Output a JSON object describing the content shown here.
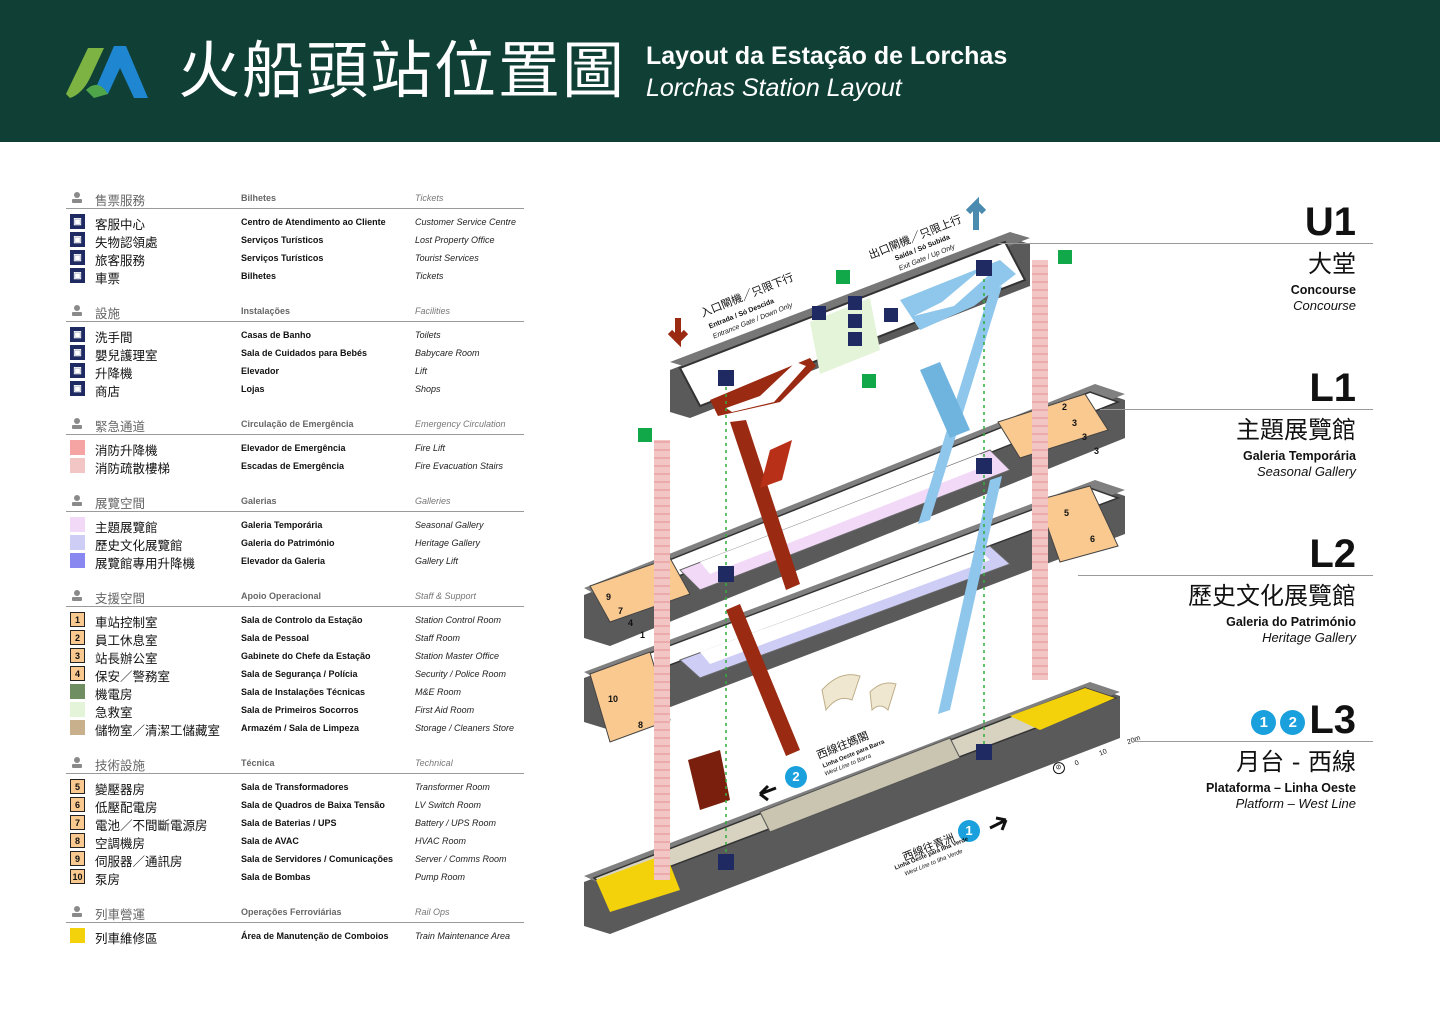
{
  "header": {
    "title_zh": "火船頭站位置圖",
    "title_pt": "Layout da Estação de Lorchas",
    "title_en": "Lorchas Station Layout"
  },
  "colors": {
    "header_bg": "#0f3f35",
    "logo_green": "#7cb342",
    "logo_blue": "#1f86d1",
    "icon_navy": "#1f2a63",
    "fire_lift": "#f5a3a3",
    "fire_stairs": "#f3c6c6",
    "seasonal_gallery": "#f2d9f7",
    "heritage_gallery": "#cdcdf6",
    "gallery_lift": "#8888f0",
    "staff_room": "#f9c98f",
    "me_room": "#6f8f62",
    "first_aid": "#e3f4d8",
    "storage": "#c9b08d",
    "train_maintenance": "#f4d20b",
    "entrance_red": "#9a2a12",
    "exit_blue": "#8fc7ec",
    "line_badge": "#1aa0dc"
  },
  "legend": {
    "sections": [
      {
        "icon": "ticket-service-icon",
        "zh": "售票服務",
        "pt": "Bilhetes",
        "en": "Tickets",
        "items": [
          {
            "icon": "customer-service-icon",
            "type": "navy",
            "zh": "客服中心",
            "pt": "Centro de Atendimento ao Cliente",
            "en": "Customer Service Centre"
          },
          {
            "icon": "lost-property-icon",
            "type": "navy",
            "zh": "失物認領處",
            "pt": "Serviços Turísticos",
            "en": "Lost Property Office"
          },
          {
            "icon": "info-icon",
            "type": "navy",
            "zh": "旅客服務",
            "pt": "Serviços Turísticos",
            "en": "Tourist Services"
          },
          {
            "icon": "ticket-icon",
            "type": "navy",
            "zh": "車票",
            "pt": "Bilhetes",
            "en": "Tickets"
          }
        ]
      },
      {
        "icon": "facilities-icon",
        "zh": "設施",
        "pt": "Instalações",
        "en": "Facilities",
        "items": [
          {
            "icon": "toilet-icon",
            "type": "navy",
            "zh": "洗手間",
            "pt": "Casas de Banho",
            "en": "Toilets"
          },
          {
            "icon": "babycare-icon",
            "type": "navy",
            "zh": "嬰兒護理室",
            "pt": "Sala de Cuidados para Bebés",
            "en": "Babycare Room"
          },
          {
            "icon": "lift-icon",
            "type": "navy",
            "zh": "升降機",
            "pt": "Elevador",
            "en": "Lift"
          },
          {
            "icon": "shop-icon",
            "type": "navy",
            "zh": "商店",
            "pt": "Lojas",
            "en": "Shops"
          }
        ]
      },
      {
        "icon": "emergency-icon",
        "zh": "緊急通道",
        "pt": "Circulação de Emergência",
        "en": "Emergency Circulation",
        "items": [
          {
            "icon": "fire-lift-swatch",
            "type": "swatch",
            "color": "#f5a3a3",
            "zh": "消防升降機",
            "pt": "Elevador de Emergência",
            "en": "Fire Lift"
          },
          {
            "icon": "fire-stairs-swatch",
            "type": "swatch",
            "color": "#f3c6c6",
            "zh": "消防疏散樓梯",
            "pt": "Escadas de Emergência",
            "en": "Fire Evacuation Stairs"
          }
        ]
      },
      {
        "icon": "gallery-icon",
        "zh": "展覽空間",
        "pt": "Galerias",
        "en": "Galleries",
        "items": [
          {
            "icon": "seasonal-gallery-swatch",
            "type": "swatch",
            "color": "#f2d9f7",
            "zh": "主題展覽館",
            "pt": "Galeria Temporária",
            "en": "Seasonal Gallery"
          },
          {
            "icon": "heritage-gallery-swatch",
            "type": "swatch",
            "color": "#cdcdf6",
            "zh": "歷史文化展覽館",
            "pt": "Galeria do Património",
            "en": "Heritage Gallery"
          },
          {
            "icon": "gallery-lift-swatch",
            "type": "swatch",
            "color": "#8888f0",
            "zh": "展覽館專用升降機",
            "pt": "Elevador da Galeria",
            "en": "Gallery Lift"
          }
        ]
      },
      {
        "icon": "support-icon",
        "zh": "支援空間",
        "pt": "Apoio Operacional",
        "en": "Staff & Support",
        "items": [
          {
            "icon": "room-number",
            "type": "num",
            "num": "1",
            "zh": "車站控制室",
            "pt": "Sala de Controlo da Estação",
            "en": "Station Control Room"
          },
          {
            "icon": "room-number",
            "type": "num",
            "num": "2",
            "zh": "員工休息室",
            "pt": "Sala de Pessoal",
            "en": "Staff Room"
          },
          {
            "icon": "room-number",
            "type": "num",
            "num": "3",
            "zh": "站長辦公室",
            "pt": "Gabinete do Chefe da Estação",
            "en": "Station Master Office"
          },
          {
            "icon": "room-number",
            "type": "num",
            "num": "4",
            "zh": "保安／警務室",
            "pt": "Sala de Segurança / Polícia",
            "en": "Security / Police Room"
          },
          {
            "icon": "me-room-swatch",
            "type": "swatch",
            "color": "#6f8f62",
            "zh": "機電房",
            "pt": "Sala de Instalações Técnicas",
            "en": "M&E Room"
          },
          {
            "icon": "first-aid-swatch",
            "type": "swatch",
            "color": "#e3f4d8",
            "zh": "急救室",
            "pt": "Sala de Primeiros Socorros",
            "en": "First Aid Room"
          },
          {
            "icon": "storage-swatch",
            "type": "swatch",
            "color": "#c9b08d",
            "zh": "儲物室／清潔工儲藏室",
            "pt": "Armazém / Sala de Limpeza",
            "en": "Storage / Cleaners Store"
          }
        ]
      },
      {
        "icon": "technical-icon",
        "zh": "技術設施",
        "pt": "Técnica",
        "en": "Technical",
        "items": [
          {
            "icon": "room-number",
            "type": "num",
            "num": "5",
            "zh": "變壓器房",
            "pt": "Sala de Transformadores",
            "en": "Transformer Room"
          },
          {
            "icon": "room-number",
            "type": "num",
            "num": "6",
            "zh": "低壓配電房",
            "pt": "Sala de Quadros de Baixa Tensão",
            "en": "LV Switch Room"
          },
          {
            "icon": "room-number",
            "type": "num",
            "num": "7",
            "zh": "電池／不間斷電源房",
            "pt": "Sala de Baterias / UPS",
            "en": "Battery / UPS Room"
          },
          {
            "icon": "room-number",
            "type": "num",
            "num": "8",
            "zh": "空調機房",
            "pt": "Sala de AVAC",
            "en": "HVAC Room"
          },
          {
            "icon": "room-number",
            "type": "num",
            "num": "9",
            "zh": "伺服器／通訊房",
            "pt": "Sala de Servidores / Comunicações",
            "en": "Server / Comms Room"
          },
          {
            "icon": "room-number",
            "type": "num",
            "num": "10",
            "zh": "泵房",
            "pt": "Sala de Bombas",
            "en": "Pump Room"
          }
        ]
      },
      {
        "icon": "train-icon",
        "zh": "列車營運",
        "pt": "Operações Ferroviárias",
        "en": "Rail Ops",
        "items": [
          {
            "icon": "train-maintenance-swatch",
            "type": "swatch",
            "color": "#f4d20b",
            "zh": "列車維修區",
            "pt": "Área de Manutenção de Comboios",
            "en": "Train Maintenance Area"
          }
        ]
      }
    ]
  },
  "levels": [
    {
      "code": "U1",
      "zh": "大堂",
      "pt": "Concourse",
      "en": "Concourse",
      "badges": []
    },
    {
      "code": "L1",
      "zh": "主題展覽館",
      "pt": "Galeria Temporária",
      "en": "Seasonal Gallery",
      "badges": []
    },
    {
      "code": "L2",
      "zh": "歷史文化展覽館",
      "pt": "Galeria do Património",
      "en": "Heritage Gallery",
      "badges": []
    },
    {
      "code": "L3",
      "zh": "月台 - 西線",
      "pt": "Plataforma – Linha Oeste",
      "en": "Platform – West Line",
      "badges": [
        "1",
        "2"
      ]
    }
  ],
  "diagram": {
    "entrance": {
      "zh": "入口閘機／只限下行",
      "pt": "Entrada / Só Descida",
      "en": "Entrance Gate / Down Only"
    },
    "exit": {
      "zh": "出口閘機／只限上行",
      "pt": "Saída / Só Subida",
      "en": "Exit Gate / Up Only"
    },
    "platform_2": {
      "badge": "2",
      "zh": "西線往媽閣",
      "pt": "Linha Oeste para Barra",
      "en": "West Line to Barra"
    },
    "platform_1": {
      "badge": "1",
      "zh": "西線往青洲",
      "pt": "Linha Oeste para Ilha Verde",
      "en": "West Line to Ilha Verde"
    },
    "scale": {
      "ticks": [
        "0",
        "10",
        "20m"
      ]
    },
    "rooms_l1": [
      "2",
      "3",
      "3",
      "3"
    ],
    "rooms_l1_left": [
      "9",
      "7",
      "4",
      "1"
    ],
    "rooms_l2": [
      "5",
      "6"
    ],
    "rooms_l2_left": [
      "10",
      "8"
    ]
  }
}
